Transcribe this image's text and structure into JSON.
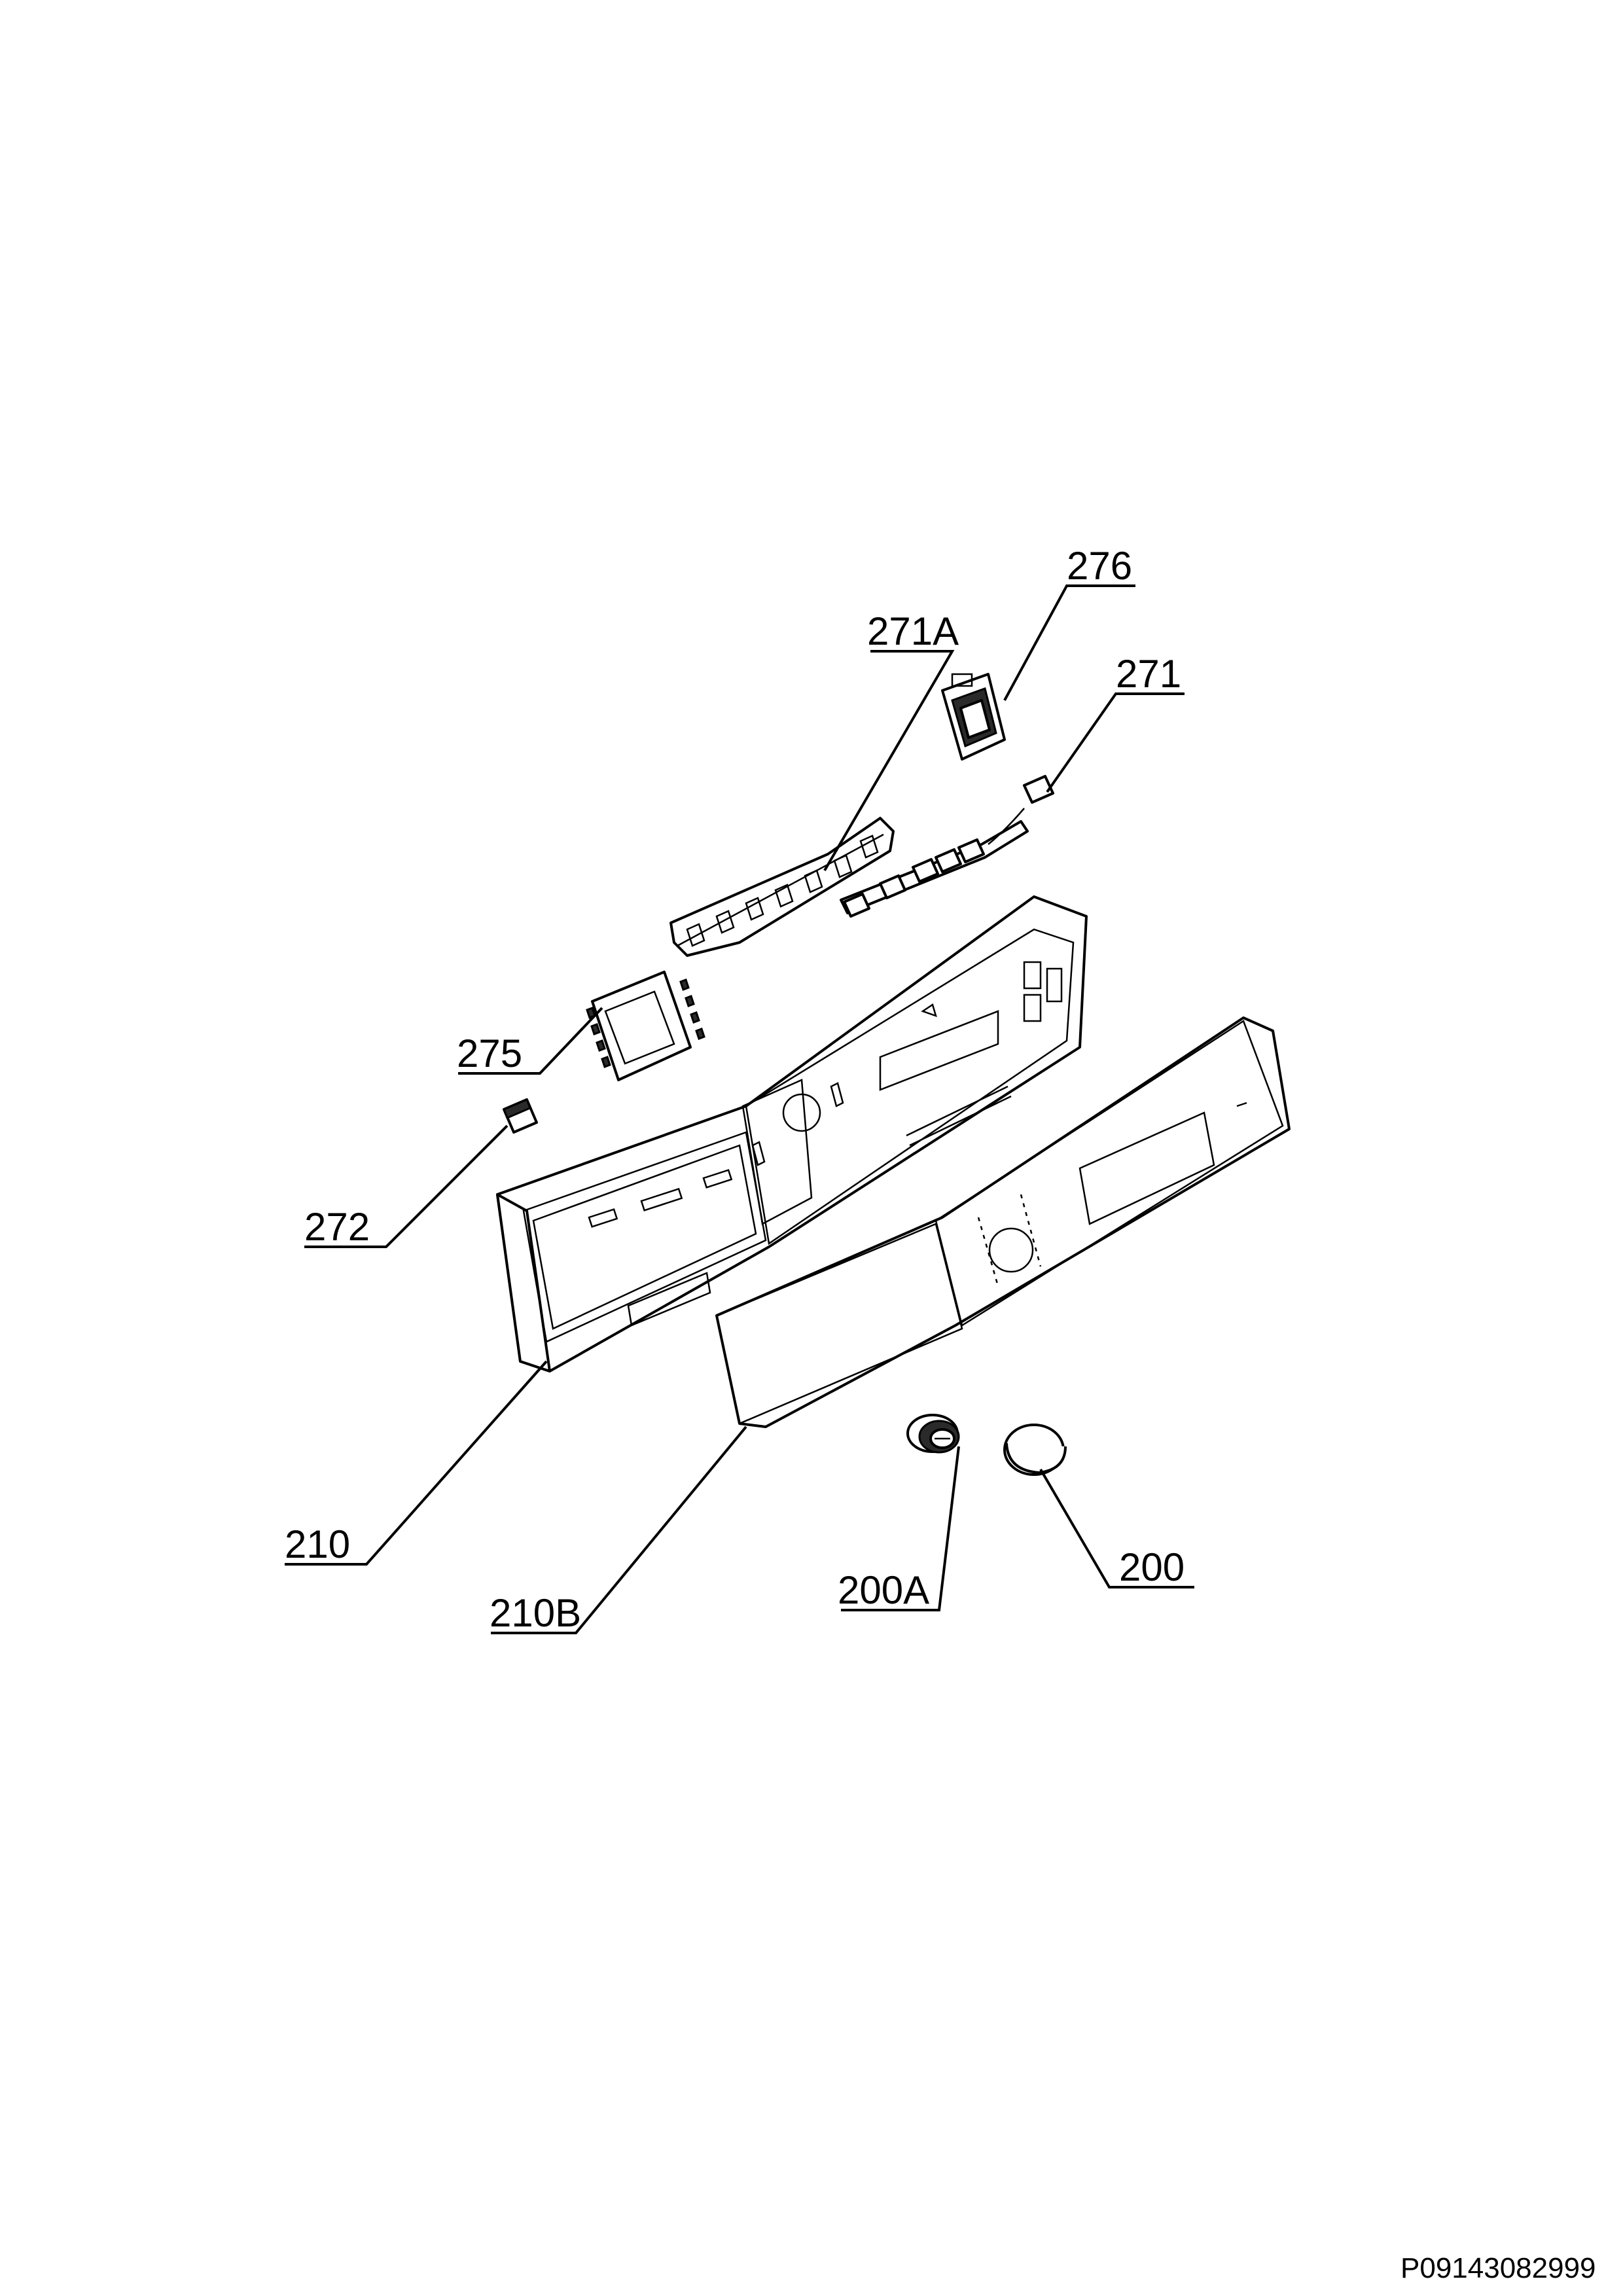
{
  "callouts": {
    "c276": "276",
    "c271a": "271A",
    "c271": "271",
    "c275": "275",
    "c272": "272",
    "c210": "210",
    "c210b": "210B",
    "c200a": "200A",
    "c200": "200"
  },
  "footer": {
    "drawing_code": "P09143082999"
  }
}
